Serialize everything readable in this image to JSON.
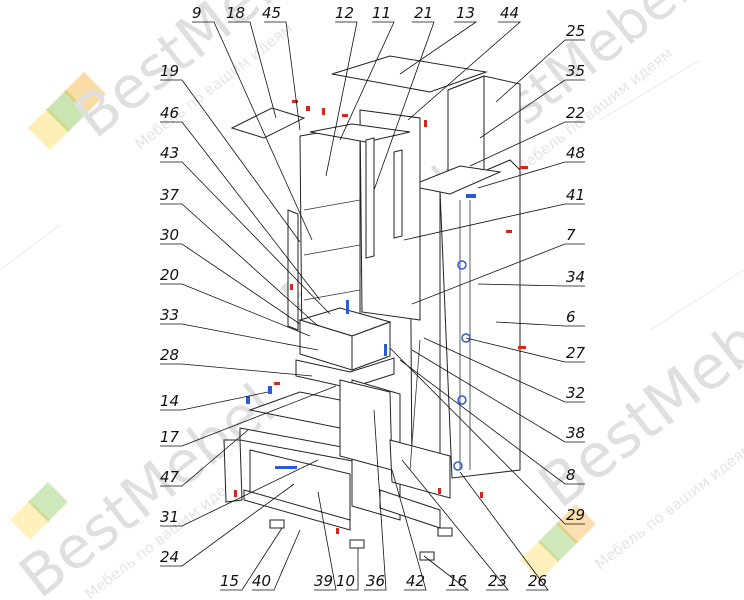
{
  "watermark": {
    "brand_text": "BestMebel",
    "slogan_text": "Мебель по вашим идеям"
  },
  "callout_labels": {
    "top": [
      "9",
      "18",
      "45",
      "12",
      "11",
      "21",
      "13",
      "44"
    ],
    "left": [
      "19",
      "46",
      "43",
      "37",
      "30",
      "20",
      "33",
      "28",
      "14",
      "17",
      "47",
      "31",
      "24"
    ],
    "right": [
      "25",
      "35",
      "22",
      "48",
      "41",
      "7",
      "34",
      "6",
      "27",
      "32",
      "38",
      "8",
      "29"
    ],
    "bottom": [
      "15",
      "40",
      "39",
      "10",
      "36",
      "42",
      "16",
      "23",
      "26"
    ]
  },
  "colors": {
    "line": "#222222",
    "marker_red": "#d7261e",
    "marker_blue": "#2b5bd3",
    "logo_orange": "#f5a623",
    "logo_green": "#7bc043",
    "logo_yellow": "#ffd84a",
    "watermark": "#dcdcdc"
  }
}
